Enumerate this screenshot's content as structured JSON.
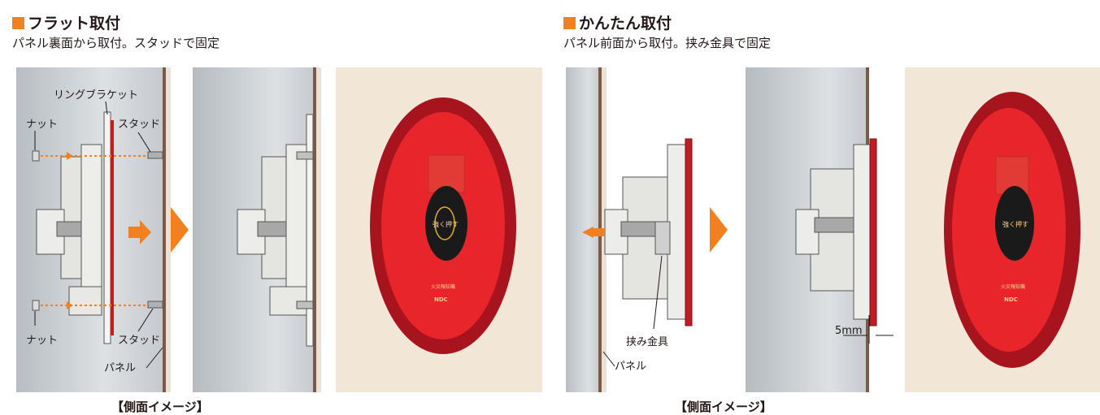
{
  "flat": {
    "title": "フラット取付",
    "subtitle": "パネル裏面から取付。スタッドで固定",
    "labels": {
      "ring_bracket": "リングブラケット",
      "nut_top": "ナット",
      "stud_top": "スタッド",
      "nut_bottom": "ナット",
      "stud_bottom": "スタッド",
      "panel": "パネル"
    },
    "caption": "【側面イメージ】"
  },
  "easy": {
    "title": "かんたん取付",
    "subtitle": "パネル前面から取付。挟み金具で固定",
    "labels": {
      "clamp": "挟み金具",
      "panel": "パネル",
      "gap": "5mm"
    },
    "caption": "【側面イメージ】"
  },
  "device": {
    "button_text": "強く押す",
    "device_name": "火災報知機",
    "brand": "NDC"
  },
  "colors": {
    "accent_orange": "#f08020",
    "device_red": "#e8252a",
    "device_rim": "#a8141e",
    "wall_beige": "#f2e6d6",
    "panel_gray": "#c9ced2"
  }
}
